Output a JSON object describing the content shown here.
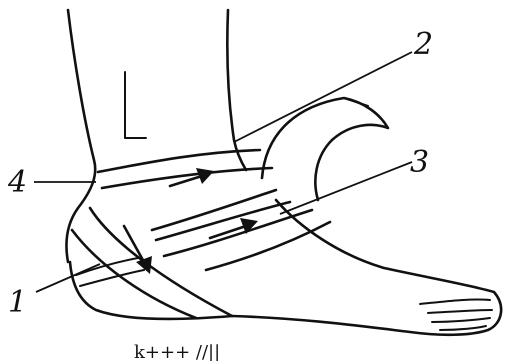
{
  "figure": {
    "labels": {
      "one": "1",
      "two": "2",
      "three": "3",
      "four": "4"
    },
    "caption": "k+++ //||"
  }
}
